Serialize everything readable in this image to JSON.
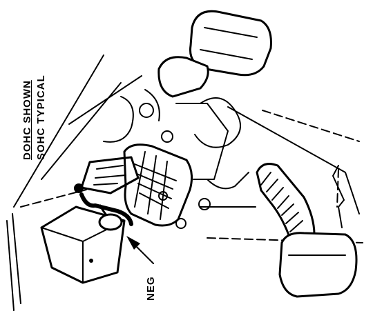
{
  "caption": {
    "line1": "DOHC SHOWN",
    "line2": "SOHC TYPICAL"
  },
  "callouts": {
    "neg": "NEG"
  },
  "colors": {
    "ink": "#000000",
    "paper": "#ffffff"
  }
}
